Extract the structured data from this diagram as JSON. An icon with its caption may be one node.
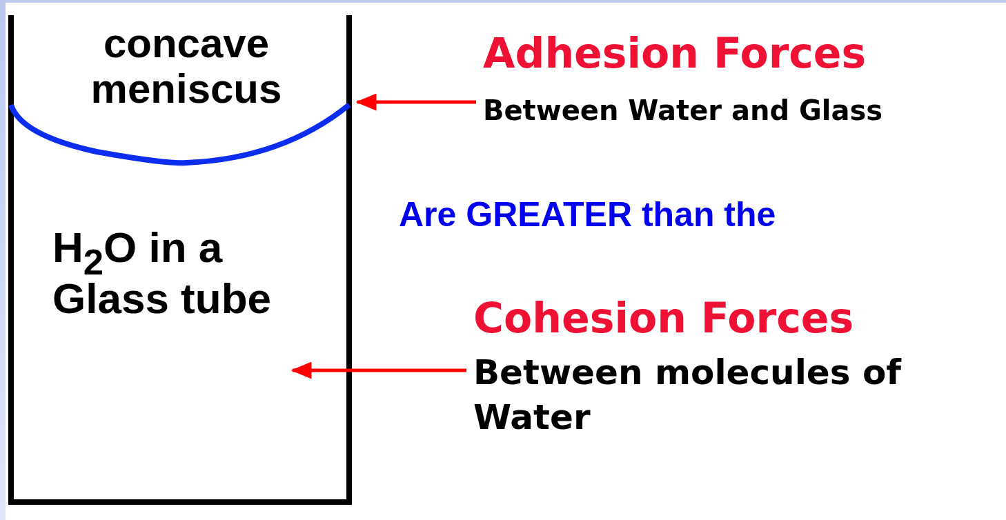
{
  "diagram": {
    "nodes": [
      {
        "text": [
          "concave meniscus",
          "H$_{2}$O in a Glass tube"
        ]
      },
      {
        "text": [],
        "shape": "curve",
        "in": 0
      },
      {
        "text": [
          "Adhesion Forces",
          "Between Water and Glass"
        ]
      },
      {
        "text": [
          "Cohesion Forces",
          "Between molecules of Water"
        ]
      }
    ],
    "edges": [
      {
        "from": 2,
        "to": 1,
        "arrow": "to"
      },
      {
        "from": 3,
        "to": null,
        "arrow": "to"
      }
    ],
    "labels": [
      "Are GREATER than the"
    ]
  }
}
